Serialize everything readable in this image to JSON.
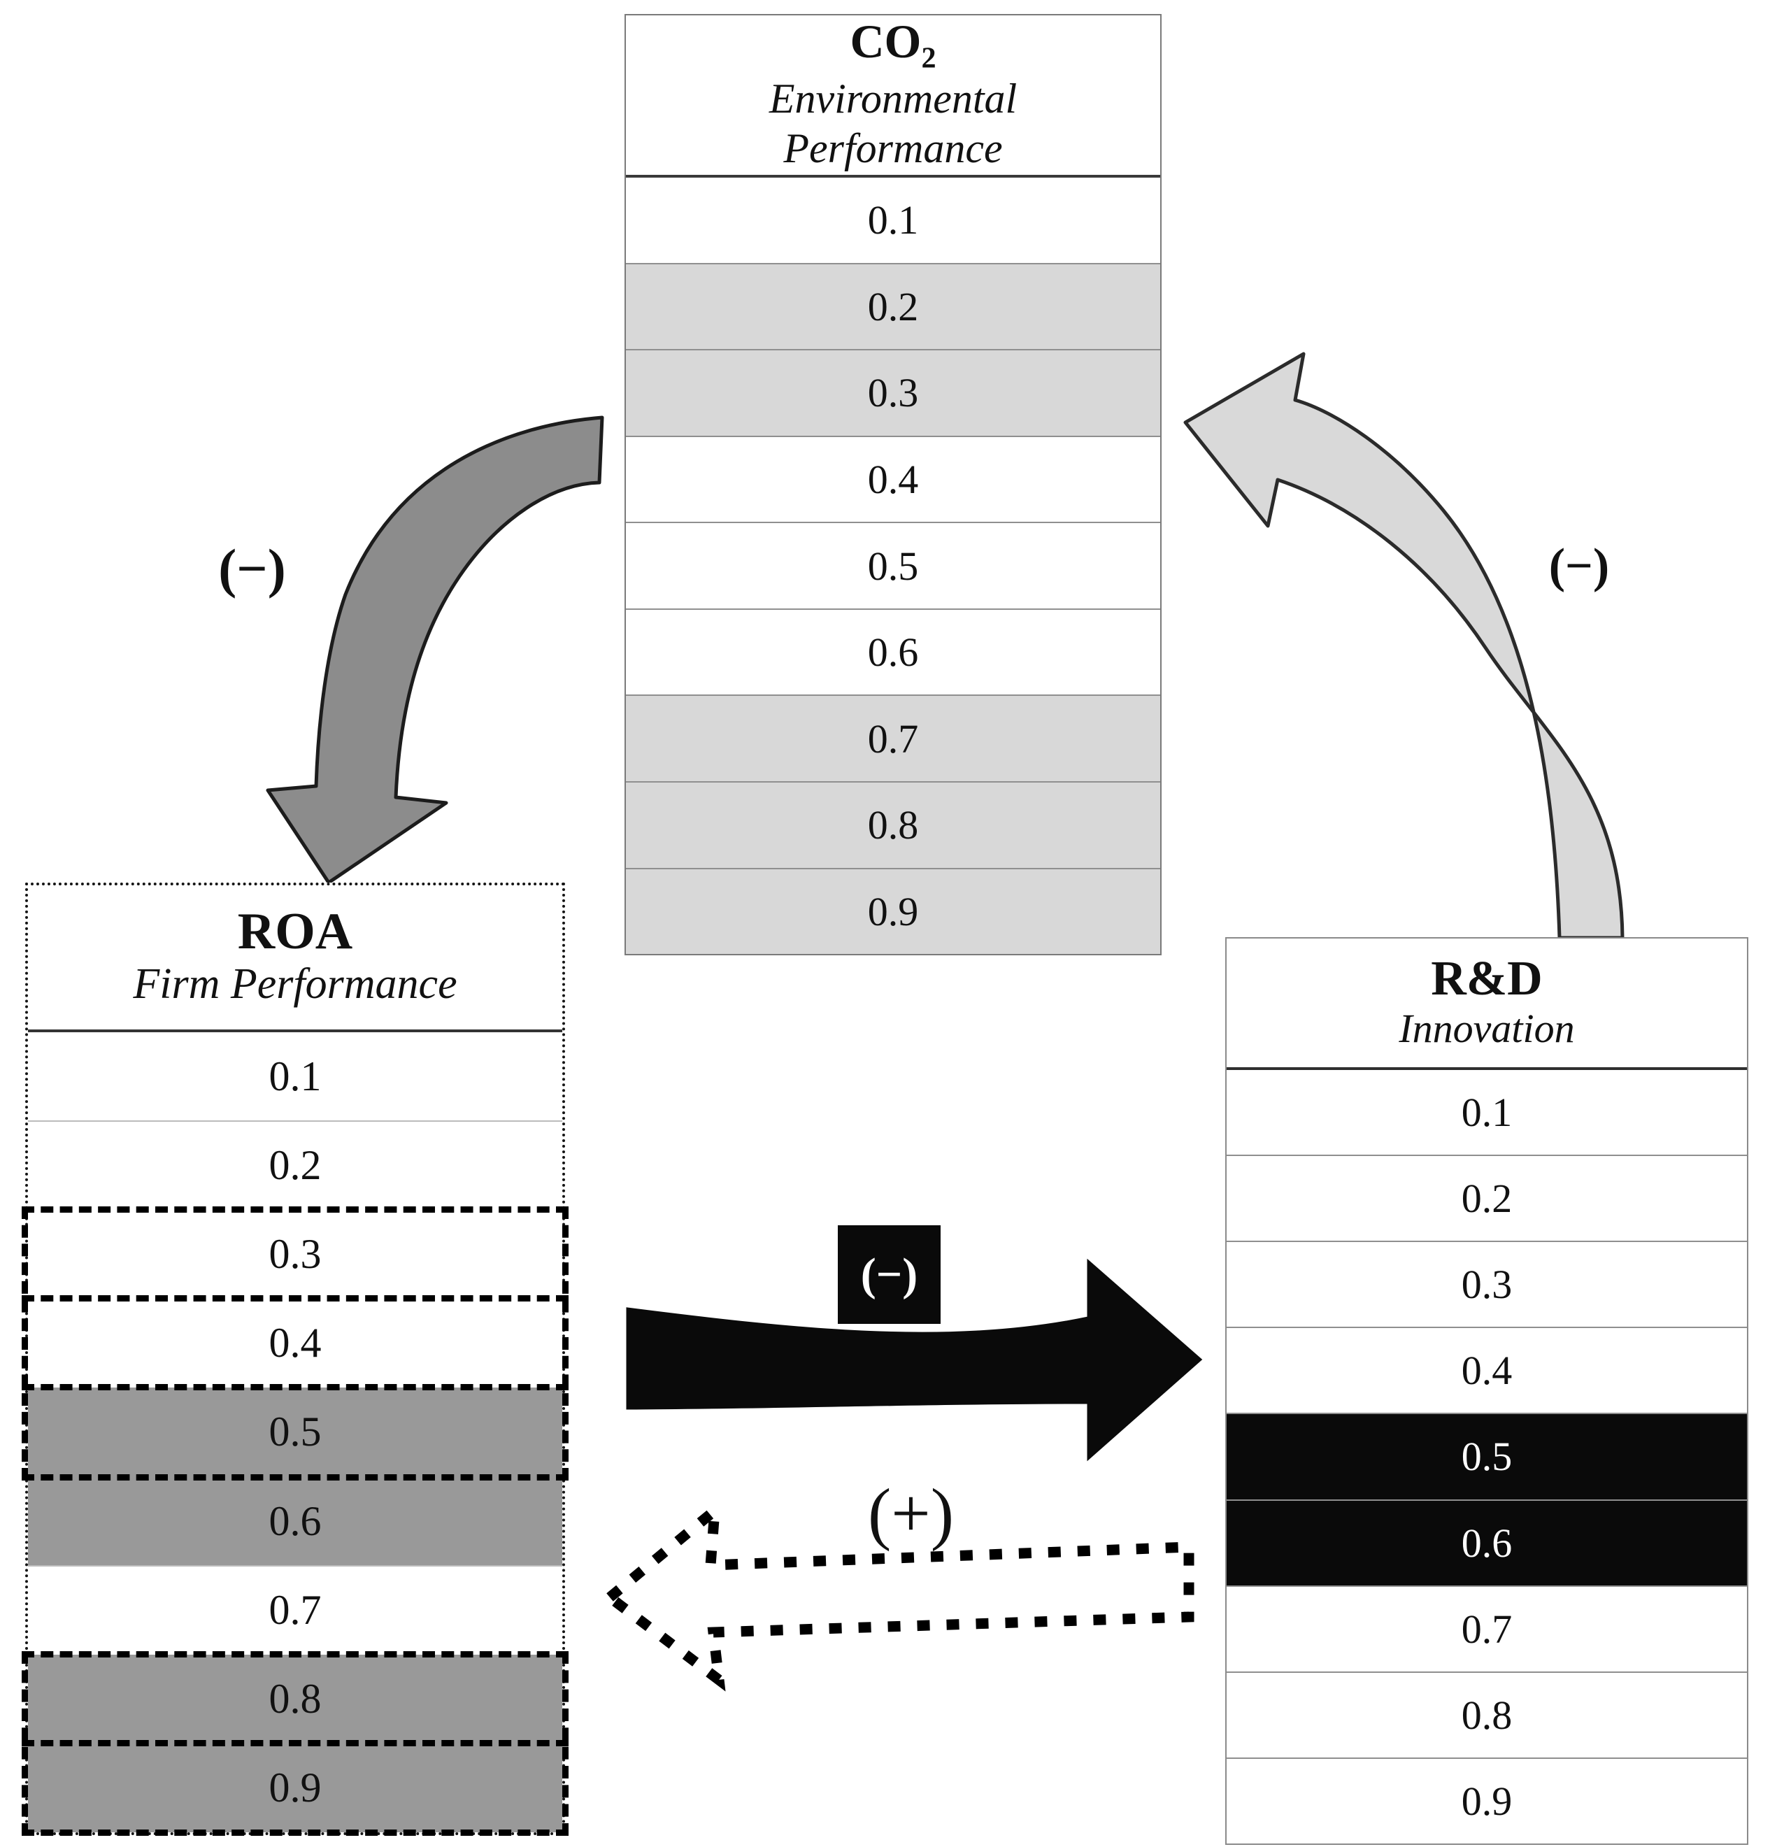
{
  "tables": {
    "co2": {
      "title": "CO",
      "title_subscript": "2",
      "subtitle_line1": "Environmental",
      "subtitle_line2": "Performance",
      "rows": [
        {
          "value": "0.1",
          "shade": "plain"
        },
        {
          "value": "0.2",
          "shade": "light"
        },
        {
          "value": "0.3",
          "shade": "light"
        },
        {
          "value": "0.4",
          "shade": "plain"
        },
        {
          "value": "0.5",
          "shade": "plain"
        },
        {
          "value": "0.6",
          "shade": "plain"
        },
        {
          "value": "0.7",
          "shade": "light"
        },
        {
          "value": "0.8",
          "shade": "light"
        },
        {
          "value": "0.9",
          "shade": "light"
        }
      ]
    },
    "roa": {
      "title": "ROA",
      "subtitle": "Firm Performance",
      "rows": [
        {
          "value": "0.1",
          "shade": "plain"
        },
        {
          "value": "0.2",
          "shade": "plain"
        },
        {
          "value": "0.3",
          "shade": "plain"
        },
        {
          "value": "0.4",
          "shade": "plain"
        },
        {
          "value": "0.5",
          "shade": "gray"
        },
        {
          "value": "0.6",
          "shade": "gray"
        },
        {
          "value": "0.7",
          "shade": "plain"
        },
        {
          "value": "0.8",
          "shade": "gray"
        },
        {
          "value": "0.9",
          "shade": "gray"
        }
      ]
    },
    "rd": {
      "title": "R&D",
      "subtitle": "Innovation",
      "rows": [
        {
          "value": "0.1",
          "shade": "plain"
        },
        {
          "value": "0.2",
          "shade": "plain"
        },
        {
          "value": "0.3",
          "shade": "plain"
        },
        {
          "value": "0.4",
          "shade": "plain"
        },
        {
          "value": "0.5",
          "shade": "black"
        },
        {
          "value": "0.6",
          "shade": "black"
        },
        {
          "value": "0.7",
          "shade": "plain"
        },
        {
          "value": "0.8",
          "shade": "plain"
        },
        {
          "value": "0.9",
          "shade": "plain"
        }
      ]
    }
  },
  "relations": {
    "co2_to_roa_label": "(−)",
    "rd_to_co2_label": "(−)",
    "roa_to_rd_label": "(−)",
    "rd_to_roa_label": "(+)"
  },
  "colors": {
    "light_gray_row": "#d8d8d8",
    "mid_gray_row": "#999999",
    "black_row": "#0a0a0a",
    "dark_gray_arrow": "#8c8c8c",
    "light_gray_arrow": "#d9d9d9",
    "black_arrow": "#0a0a0a",
    "label_box_bg": "#0a0a0a",
    "label_box_text": "#ffffff"
  }
}
